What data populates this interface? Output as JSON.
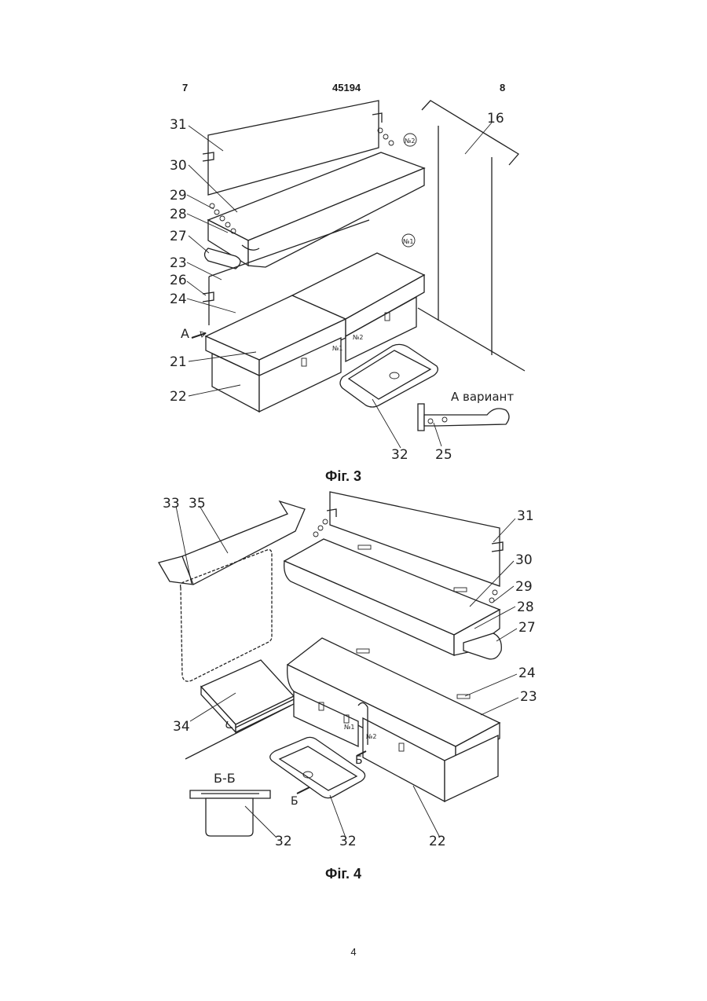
{
  "header": {
    "left_page": "7",
    "patent_number": "45194",
    "right_page": "8"
  },
  "figure3": {
    "caption": "Фіг. 3",
    "labels": [
      "31",
      "30",
      "29",
      "28",
      "27",
      "23",
      "26",
      "24",
      "21",
      "22",
      "16",
      "32",
      "25"
    ],
    "arrow_label": "А",
    "variant_label": "А вариант",
    "marks": [
      "№2",
      "№1",
      "№1",
      "№2"
    ]
  },
  "figure4": {
    "caption": "Фіг. 4",
    "labels": [
      "33",
      "35",
      "31",
      "30",
      "29",
      "28",
      "27",
      "24",
      "23",
      "34",
      "22",
      "32",
      "32"
    ],
    "section_title": "Б-Б",
    "section_marks": [
      "Б",
      "Б"
    ],
    "marks": [
      "№1",
      "№2"
    ]
  },
  "footer": {
    "page_number": "4"
  }
}
